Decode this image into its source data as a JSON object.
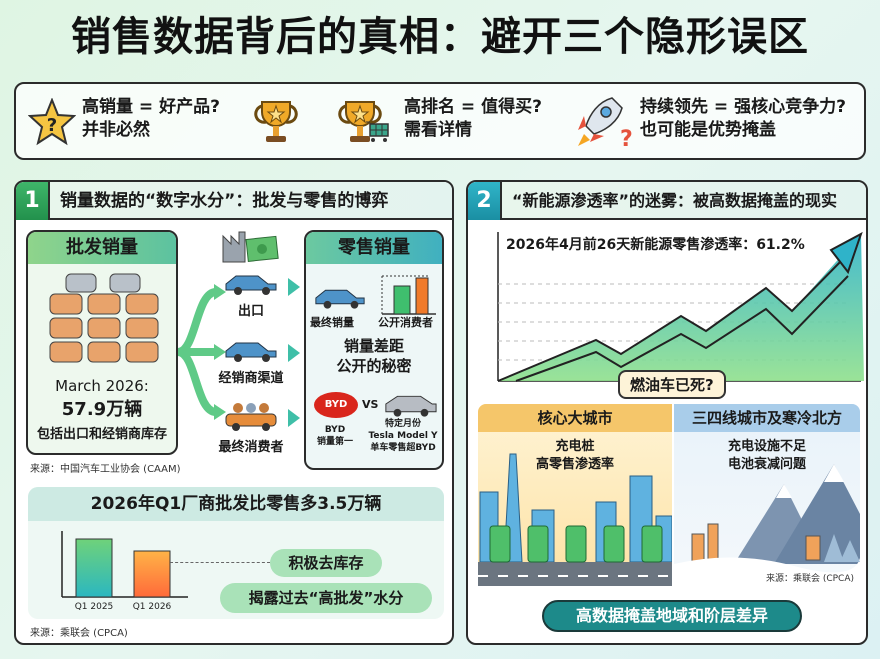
{
  "title": "销售数据背后的真相：避开三个隐形误区",
  "banner": {
    "items": [
      {
        "icon": "question-star-icon",
        "line1": "高销量 = 好产品?",
        "line2": "并非必然"
      },
      {
        "icon": "trophy-icon",
        "line1": "",
        "line2": ""
      },
      {
        "icon": "trophy-cart-icon",
        "line1": "高排名 = 值得买?",
        "line2": "需看详情"
      },
      {
        "icon": "rocket-question-icon",
        "line1": "持续领先 = 强核心竞争力?",
        "line2": "也可能是优势掩盖"
      }
    ]
  },
  "panel1": {
    "number": "1",
    "title": "销量数据的“数字水分”：批发与零售的博弈",
    "accent": "#2fa35a",
    "wholesale": {
      "header": "批发销量",
      "line1": "March 2026:",
      "line2": "57.9万辆",
      "line3": "包括出口和经销商库存"
    },
    "flows": [
      {
        "label": "出口",
        "icon": "car-icon"
      },
      {
        "label": "经销商渠道",
        "icon": "car-icon"
      },
      {
        "label": "最终消费者",
        "icon": "family-car-icon"
      }
    ],
    "retail": {
      "header": "零售销量",
      "car_label": "最终销量",
      "chart_label": "公开消费者",
      "gap_line1": "销量差距",
      "gap_line2": "公开的秘密",
      "byd_logo": "BYD",
      "byd_line1": "BYD",
      "byd_line2": "销量第一",
      "vs": "VS",
      "tesla_line1": "特定月份",
      "tesla_line2": "Tesla Model Y",
      "tesla_line3": "单车零售超BYD"
    },
    "source1": "来源：中国汽车工业协会 (CAAM)",
    "q1": {
      "header": "2026年Q1厂商批发比零售多3.5万辆",
      "bars": [
        {
          "label": "Q1 2025",
          "height": 100
        },
        {
          "label": "Q1 2026",
          "height": 78
        }
      ],
      "pill1": "积极去库存",
      "pill2": "揭露过去“高批发”水分"
    },
    "source2": "来源：乘联会 (CPCA)"
  },
  "panel2": {
    "number": "2",
    "title": "“新能源渗透率”的迷雾：被高数据掩盖的现实",
    "accent": "#1f9bb0",
    "chart_label": "2026年4月前26天新能源零售渗透率：61.2%",
    "bubble": "燃油车已死?",
    "city": {
      "header": "核心大城市",
      "line1": "充电桩",
      "line2": "高零售渗透率"
    },
    "north": {
      "header": "三四线城市及寒冷北方",
      "line1": "充电设施不足",
      "line2": "电池衰减问题"
    },
    "source": "来源：乘联会 (CPCA)",
    "footer": "高数据掩盖地域和阶层差异"
  }
}
